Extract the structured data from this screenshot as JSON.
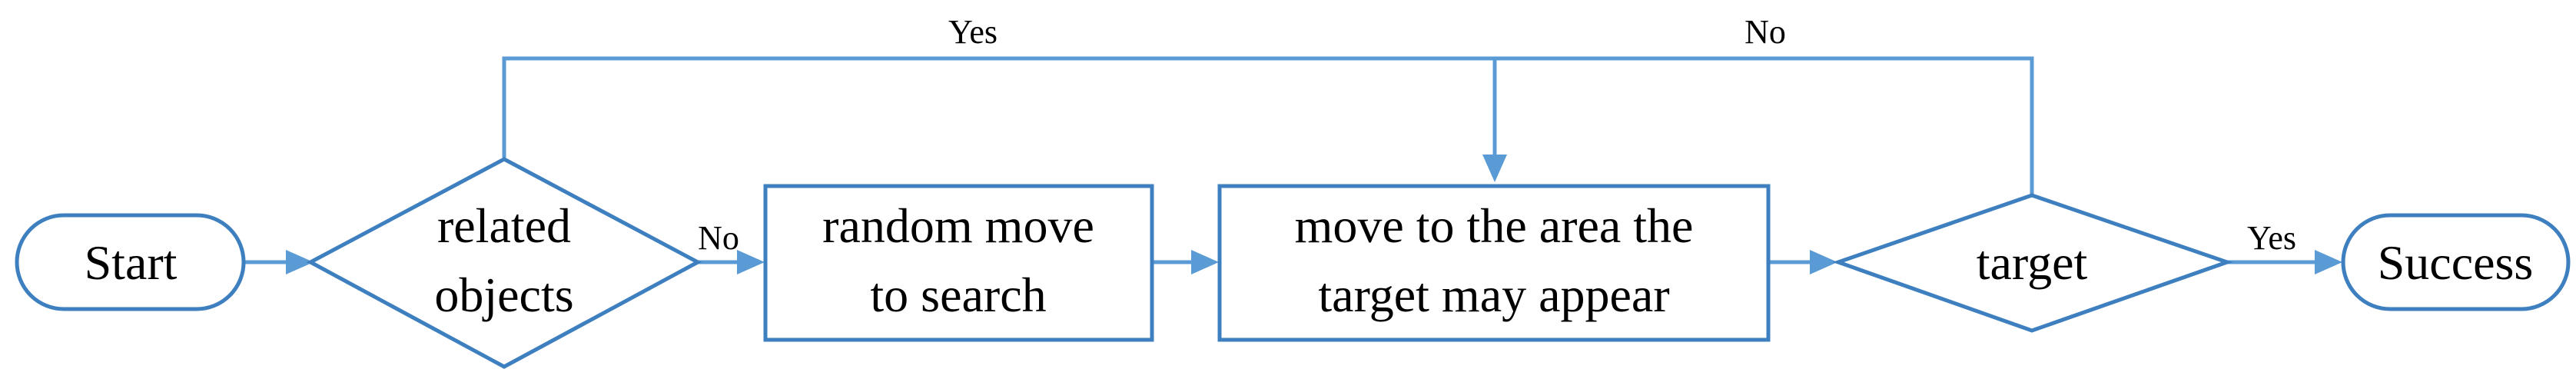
{
  "diagram": {
    "nodes": {
      "start": {
        "label": "Start"
      },
      "related": {
        "line1": "related",
        "line2": "objects"
      },
      "random": {
        "line1": "random move",
        "line2": "to search"
      },
      "move": {
        "line1": "move to the area the",
        "line2": "target may appear"
      },
      "target": {
        "label": "target"
      },
      "success": {
        "label": "Success"
      }
    },
    "edges": {
      "related_no": "No",
      "related_yes": "Yes",
      "target_no": "No",
      "target_yes": "Yes"
    },
    "colors": {
      "shape_stroke": "#3d7fbf",
      "connector": "#5b9bd5",
      "text": "#000000",
      "background": "#ffffff"
    }
  }
}
